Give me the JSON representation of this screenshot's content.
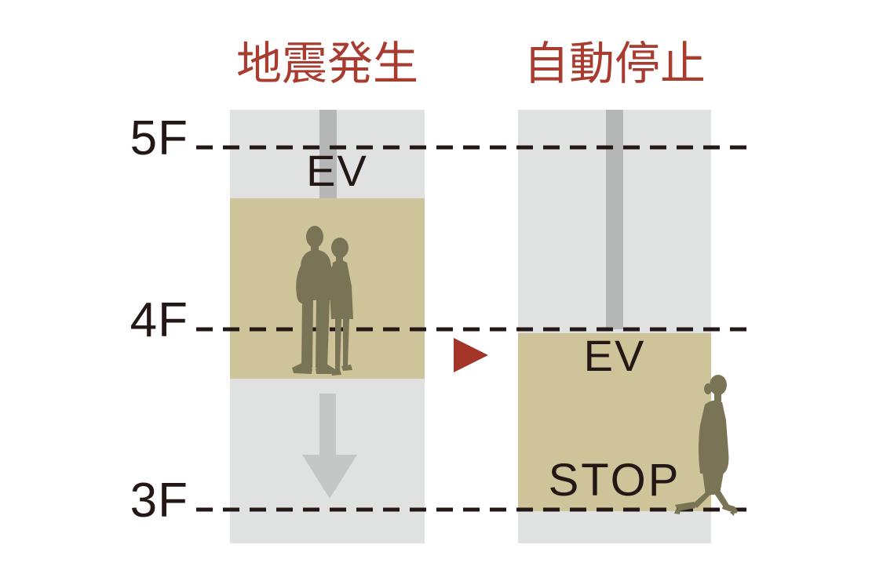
{
  "figure": {
    "left_panel": {
      "title": "地震発生",
      "ev_label": "EV",
      "passengers_icon": "standing-couple-silhouette",
      "direction_icon": "down-arrow"
    },
    "right_panel": {
      "title": "自動停止",
      "ev_label": "EV",
      "stop_label": "STOP",
      "passenger_icon": "walking-woman-silhouette"
    },
    "floor_labels": [
      "5F",
      "4F",
      "3F"
    ],
    "transition_icon": "right-arrowhead",
    "colors": {
      "title_red": "#a93c30",
      "transition_arrow_red": "#a23528",
      "shaft_gray": "#e0e1e1",
      "cable_gray": "#b5b6b6",
      "car_tan": "#cfc399",
      "silhouette_olive": "#7a7457",
      "down_arrow_gray": "#c5c6c6",
      "line_ink": "#231815",
      "background": "#ffffff"
    }
  }
}
